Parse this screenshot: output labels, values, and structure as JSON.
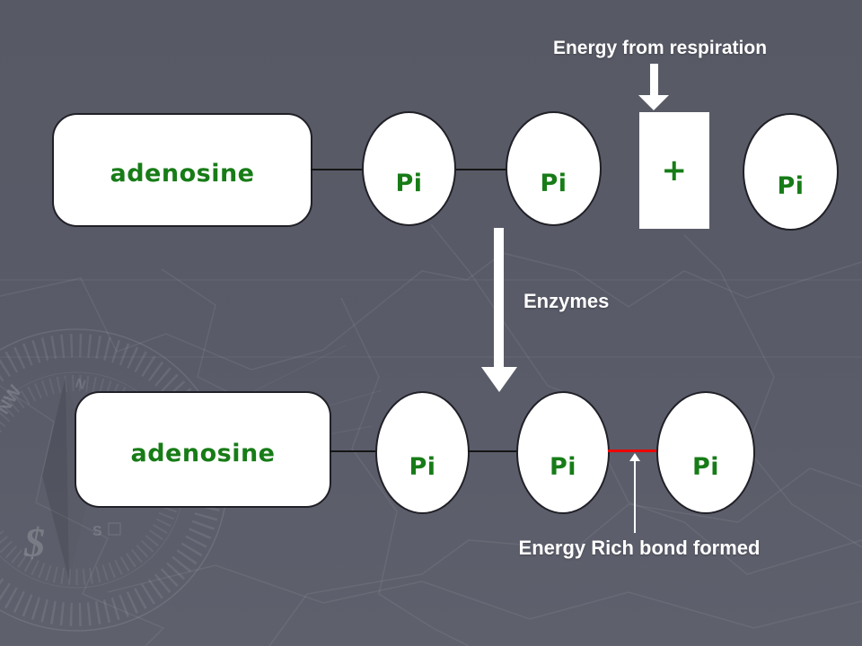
{
  "slide": {
    "type": "presentation-diagram",
    "topic": "ATP formation from ADP and phosphate"
  },
  "annotations": {
    "energy_source_label": "Energy from respiration",
    "enzymes_label": "Enzymes",
    "energy_bond_label": "Energy Rich bond formed"
  },
  "molecules": {
    "top": {
      "adenosine": "adenosine",
      "pi1": "Pi",
      "pi2": "Pi",
      "plus": "+",
      "free_pi": "Pi"
    },
    "bottom": {
      "adenosine": "adenosine",
      "pi1": "Pi",
      "pi2": "Pi",
      "pi3": "Pi"
    }
  },
  "background_decor": {
    "compass_nw": "NW",
    "compass_n": "N",
    "compass_s": "S",
    "compass_dollar": "$"
  },
  "colors": {
    "background_top": "#575964",
    "background_bottom": "#5e606c",
    "molecule_text": "#177c17",
    "bond": "#151515",
    "energy_bond": "#ee0000",
    "annotation_text": "#ffffff",
    "shape_fill": "#ffffff",
    "shape_border": "#202027"
  }
}
